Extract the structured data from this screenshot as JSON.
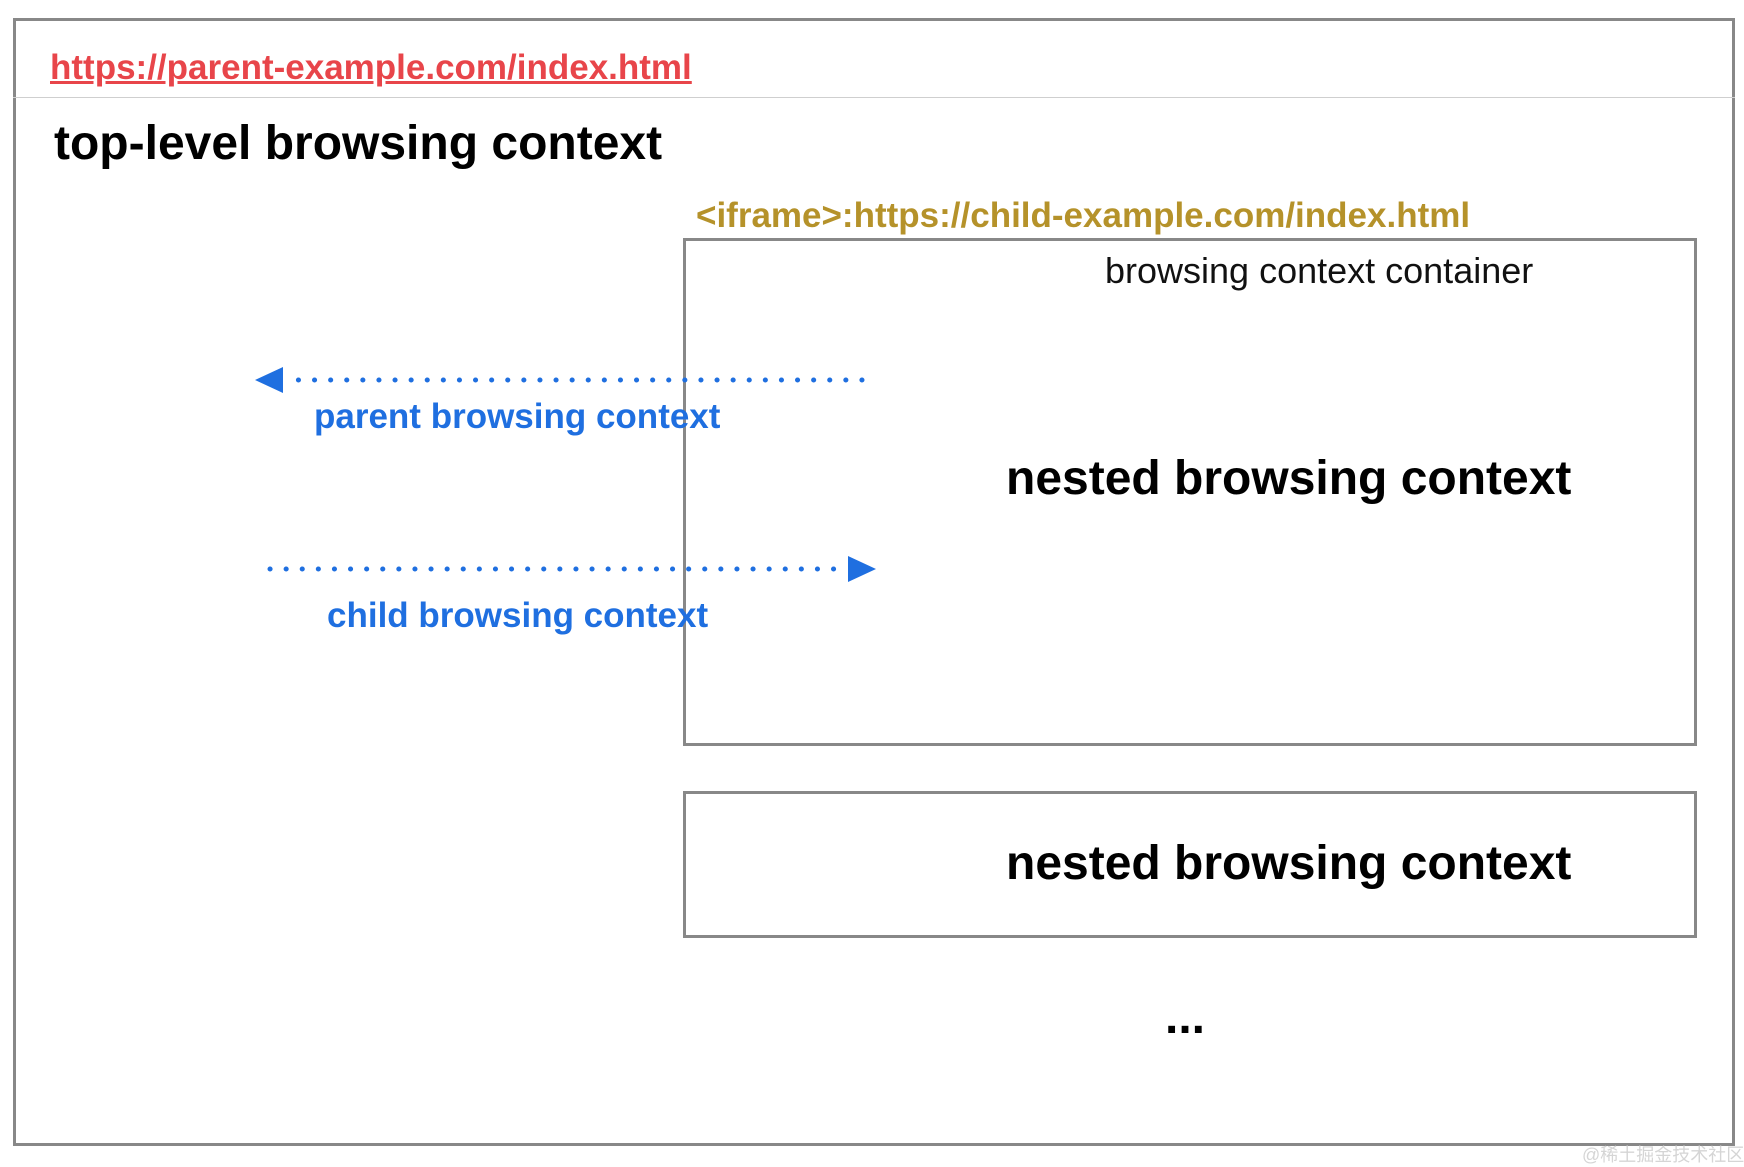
{
  "parent_url": "https://parent-example.com/index.html",
  "top_level_title": "top-level browsing context",
  "iframe_label": "<iframe>:https://child-example.com/index.html",
  "container_label": "browsing context container",
  "nested_label_1": "nested browsing context",
  "nested_label_2": "nested browsing context",
  "parent_arrow_label": "parent browsing context",
  "child_arrow_label": "child browsing context",
  "ellipsis": "...",
  "watermark": "@稀土掘金技术社区",
  "colors": {
    "url": "#e8454a",
    "iframe_label": "#b5922a",
    "arrow": "#1f6fe0",
    "frame_border": "#888888"
  }
}
